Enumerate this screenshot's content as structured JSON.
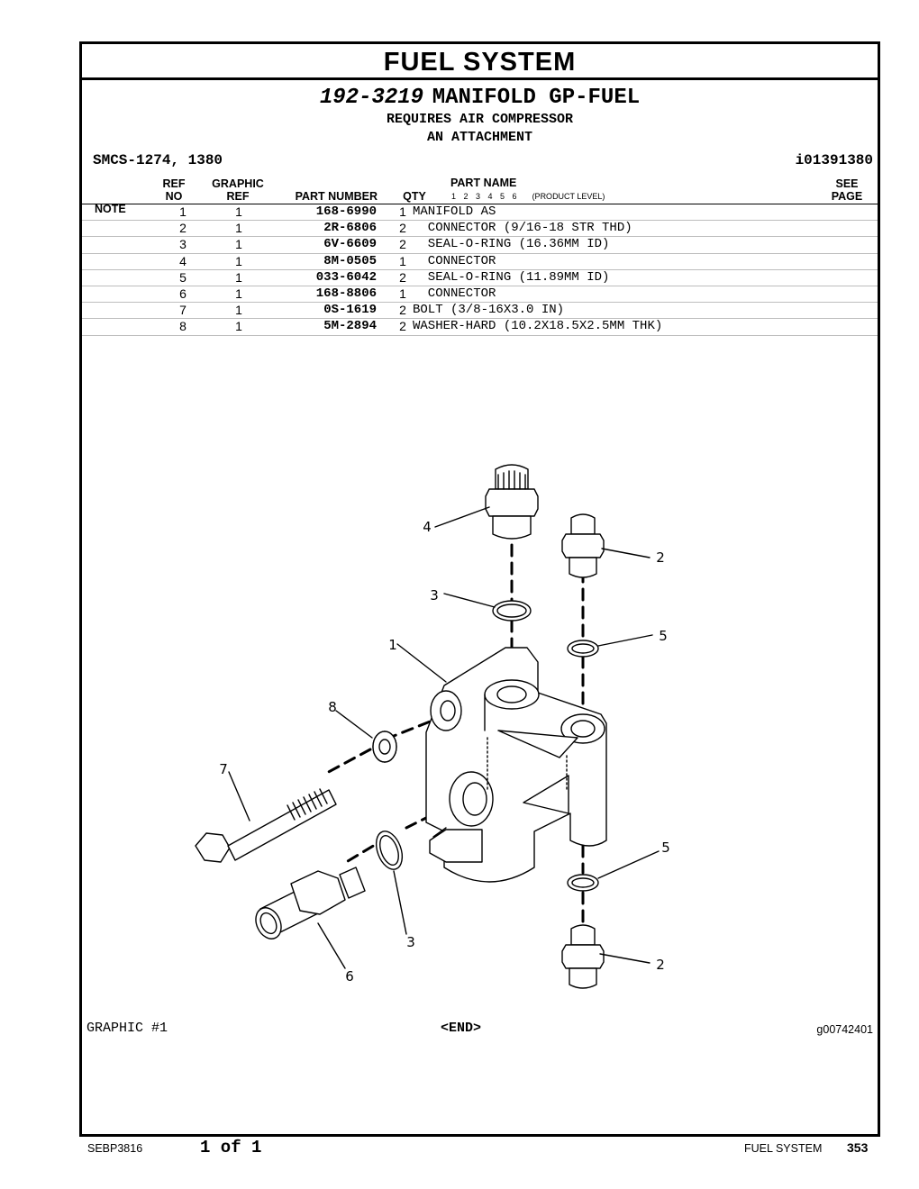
{
  "section_title": "FUEL SYSTEM",
  "group": {
    "part_number": "192-3219",
    "name": "MANIFOLD GP-FUEL",
    "notes": [
      "REQUIRES AIR COMPRESSOR",
      "AN ATTACHMENT"
    ]
  },
  "smcs": "SMCS-1274, 1380",
  "illustration_id": "i01391380",
  "columns": {
    "note": "NOTE",
    "ref_no": [
      "REF",
      "NO"
    ],
    "graphic_ref": [
      "GRAPHIC",
      "REF"
    ],
    "part_number": "PART NUMBER",
    "qty": "QTY",
    "part_name": "PART NAME",
    "levels": "1 2 3 4 5 6",
    "product_level": "(PRODUCT LEVEL)",
    "see_page": [
      "SEE",
      "PAGE"
    ]
  },
  "parts": [
    {
      "ref": "1",
      "graphic": "1",
      "pn": "168-6990",
      "qty": "1",
      "name": "MANIFOLD AS"
    },
    {
      "ref": "2",
      "graphic": "1",
      "pn": "2R-6806",
      "qty": "2",
      "name": "  CONNECTOR (9/16-18 STR THD)"
    },
    {
      "ref": "3",
      "graphic": "1",
      "pn": "6V-6609",
      "qty": "2",
      "name": "  SEAL-O-RING (16.36MM ID)"
    },
    {
      "ref": "4",
      "graphic": "1",
      "pn": "8M-0505",
      "qty": "1",
      "name": "  CONNECTOR"
    },
    {
      "ref": "5",
      "graphic": "1",
      "pn": "033-6042",
      "qty": "2",
      "name": "  SEAL-O-RING (11.89MM ID)"
    },
    {
      "ref": "6",
      "graphic": "1",
      "pn": "168-8806",
      "qty": "1",
      "name": "  CONNECTOR"
    },
    {
      "ref": "7",
      "graphic": "1",
      "pn": "0S-1619",
      "qty": "2",
      "name": "BOLT (3/8-16X3.0 IN)"
    },
    {
      "ref": "8",
      "graphic": "1",
      "pn": "5M-2894",
      "qty": "2",
      "name": "WASHER-HARD (10.2X18.5X2.5MM THK)"
    }
  ],
  "callouts": [
    "4",
    "2",
    "3",
    "5",
    "1",
    "8",
    "7",
    "5",
    "3",
    "6",
    "2"
  ],
  "graphic_label": "GRAPHIC #1",
  "end_label": "<END>",
  "graphic_id": "g00742401",
  "footer": {
    "doc": "SEBP3816",
    "page_of": "1 of 1",
    "section": "FUEL SYSTEM",
    "page_number": "353"
  }
}
